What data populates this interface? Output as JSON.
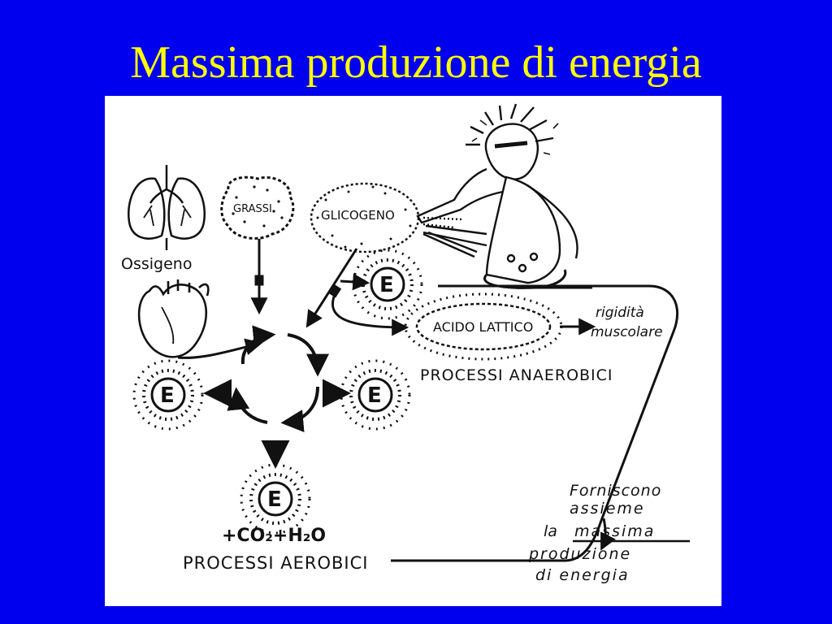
{
  "slide": {
    "title": "Massima produzione di energia",
    "background": "#0000ee",
    "title_color": "#ffff00"
  },
  "diagram": {
    "labels": {
      "oxygen": "Ossigeno",
      "fats": "GRASSI",
      "glycogen": "GLICOGENO",
      "lactic_acid": "ACIDO LATTICO",
      "stiffness_line1": "rigidità",
      "stiffness_line2": "muscolare",
      "anaerobic": "PROCESSI ANAEROBICI",
      "aerobic": "PROCESSI AEROBICI",
      "products": "+CO₂+H₂O",
      "energy": "E",
      "note_line1": "Forniscono",
      "note_line2": "assieme",
      "note_line3a": "la",
      "note_line3b": "massima",
      "note_line4": "produzione",
      "note_line5": "di energia"
    },
    "icons": [
      "lungs-icon",
      "heart-icon",
      "rower-figure-icon",
      "energy-burst-icon",
      "cycle-arrows-icon"
    ]
  }
}
